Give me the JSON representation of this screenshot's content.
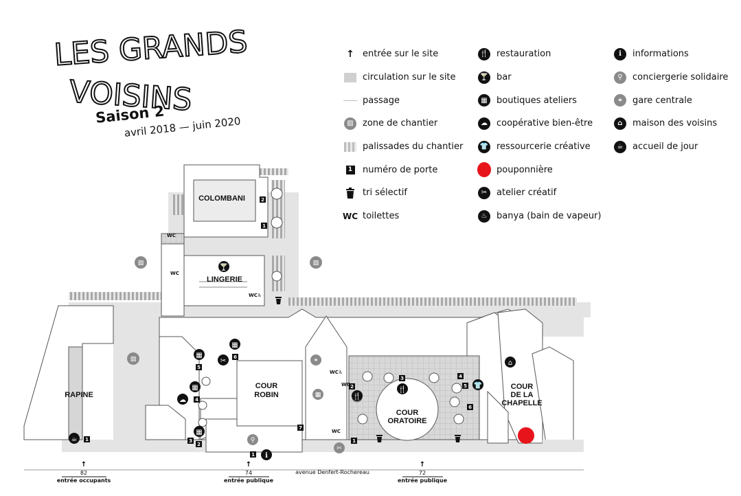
{
  "logo": {
    "line1": "LES GRANDS",
    "line2": "VOISINS"
  },
  "saison": "Saison 2",
  "dates": "avril 2018 — juin 2020",
  "legend": {
    "col1": [
      {
        "icon": "arrow-up-icon",
        "label": "entrée sur le site"
      },
      {
        "icon": "grey-swatch-icon",
        "label": "circulation sur le site"
      },
      {
        "icon": "line-swatch-icon",
        "label": "passage"
      },
      {
        "icon": "construction-zone-icon",
        "label": "zone de chantier"
      },
      {
        "icon": "hatch-swatch-icon",
        "label": "palissades du chantier"
      },
      {
        "icon": "door-number-icon",
        "label": "numéro de porte"
      },
      {
        "icon": "trash-icon",
        "label": "tri sélectif"
      },
      {
        "icon": "wc-icon",
        "label": "toilettes"
      }
    ],
    "col2": [
      {
        "icon": "fork-knife-icon",
        "label": "restauration"
      },
      {
        "icon": "bar-icon",
        "label": "bar"
      },
      {
        "icon": "shop-icon",
        "label": "boutiques ateliers"
      },
      {
        "icon": "wellness-icon",
        "label": "coopérative bien-être"
      },
      {
        "icon": "tshirt-icon",
        "label": "ressourcerie créative"
      },
      {
        "icon": "red-dot-icon",
        "label": "pouponnière"
      },
      {
        "icon": "scissors-icon",
        "label": "atelier créatif"
      },
      {
        "icon": "steam-icon",
        "label": "banya (bain de vapeur)"
      }
    ],
    "col3": [
      {
        "icon": "info-icon",
        "label": "informations"
      },
      {
        "icon": "concierge-icon",
        "label": "conciergerie solidaire"
      },
      {
        "icon": "station-icon",
        "label": "gare centrale"
      },
      {
        "icon": "house-icon",
        "label": "maison des voisins"
      },
      {
        "icon": "day-care-icon",
        "label": "accueil de jour"
      }
    ]
  },
  "glyphs": {
    "door": "1",
    "wc": "WC",
    "arrow": "↑",
    "info": "i",
    "trash": "🗑",
    "fork": "🍴",
    "bar": "🍸",
    "shop": "▦",
    "wellness": "☁",
    "tshirt": "👕",
    "scissors": "✂",
    "steam": "♨",
    "concierge": "⚲",
    "station": "⚭",
    "house": "⌂",
    "day": "☕",
    "chantier": "▨"
  },
  "buildings": {
    "colombani": "COLOMBANI",
    "lingerie": "LINGERIE",
    "rapine": "RAPINE",
    "cour_robin_1": "COUR",
    "cour_robin_2": "ROBIN",
    "cour_oratoire_1": "COUR",
    "cour_oratoire_2": "ORATOIRE",
    "cour_chapelle_1": "COUR",
    "cour_chapelle_2": "DE LA",
    "cour_chapelle_3": "CHAPELLE"
  },
  "map_labels": {
    "wc_a": "WC",
    "wc_b": "WC",
    "wc_c": "WC♿",
    "wc_d": "WC♿",
    "wc_e": "WC",
    "wc_f": "WC",
    "door_2a": "2",
    "door_1a": "1",
    "door_6": "6",
    "door_5a": "5",
    "door_4a": "4",
    "door_3": "3",
    "door_2b": "2",
    "door_7": "7",
    "door_1b": "1",
    "door_1c": "1",
    "door_2c": "2",
    "door_3b": "3",
    "door_4b": "4",
    "door_5b": "5",
    "door_6b": "6",
    "door_1d": "1",
    "door_1e": "1"
  },
  "street": "avenue Denfert-Rochereau",
  "entrances": [
    {
      "number": "82",
      "label": "entrée occupants"
    },
    {
      "number": "74",
      "label": "entrée publique"
    },
    {
      "number": "72",
      "label": "entrée publique"
    }
  ],
  "colors": {
    "accent_red": "#e8141c",
    "circulation": "#d0d0d0",
    "ink": "#111111"
  }
}
